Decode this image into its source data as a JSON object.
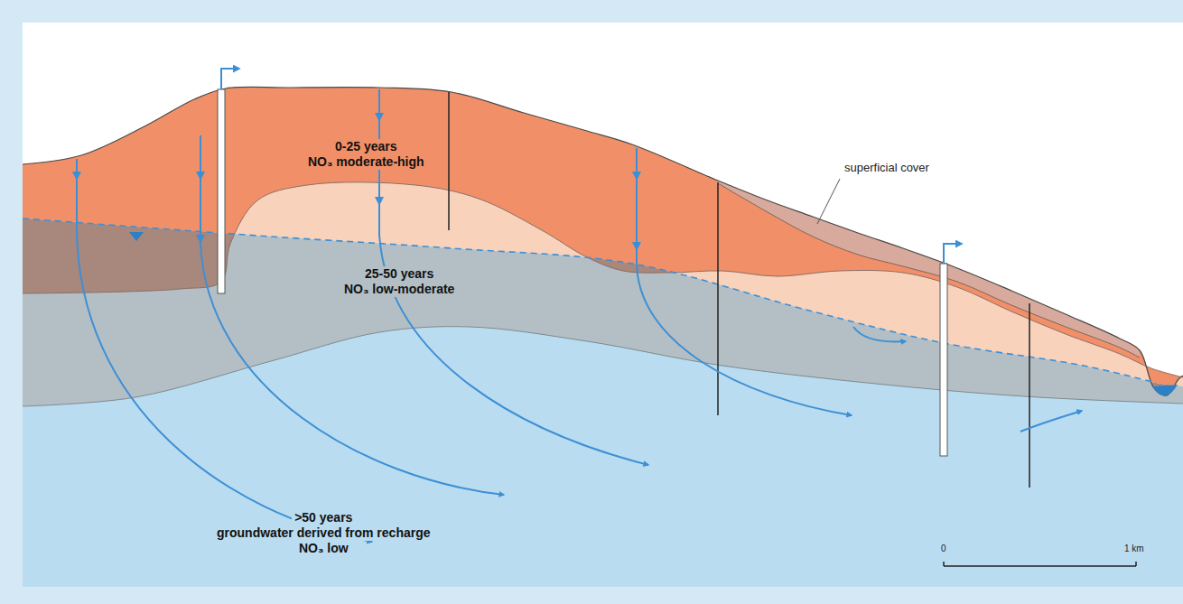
{
  "diagram": {
    "nodes": [
      {
        "text": [
          "0-25 years",
          "NO₃ moderate-high"
        ]
      },
      {
        "text": [
          "25-50 years",
          "NO₃ low-moderate"
        ]
      },
      {
        "text": [
          ">50 years",
          "groundwater derived from recharge",
          "NO₃ low"
        ]
      }
    ],
    "labels": [
      "superficial cover",
      "0",
      "1 km"
    ]
  }
}
